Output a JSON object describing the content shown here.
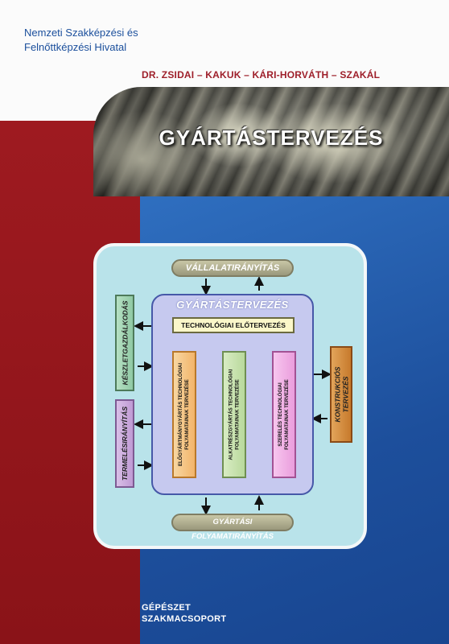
{
  "publisher": {
    "line1": "Nemzeti Szakképzési és",
    "line2": "Felnőttképzési Hivatal"
  },
  "authors": "DR. ZSIDAI – KAKUK – KÁRI-HORVÁTH – SZAKÁL",
  "title": "GYÁRTÁSTERVEZÉS",
  "diagram": {
    "top_label": "VÁLLALATIRÁNYÍTÁS",
    "bottom_label": "GYÁRTÁSI FOLYAMATIRÁNYÍTÁS",
    "inner_title": "GYÁRTÁSTERVEZÉS",
    "tech_label": "TECHNOLÓGIAI ELŐTERVEZÉS",
    "columns": [
      {
        "line1": "ELŐGYÁRTMÁNYGYÁRTÁS TECHNOLÓGIAI",
        "line2": "FOLYAMATAINAK TERVEZÉSE"
      },
      {
        "line1": "ALKATRÉSZGYÁRTÁS TECHNOLÓGIAI",
        "line2": "FOLYAMATAINAK TERVEZÉSE"
      },
      {
        "line1": "SZERELÉS TECHNOLÓGIAI",
        "line2": "FOLYAMATAINAK TERVEZÉSE"
      }
    ],
    "left_top": "KÉSZLETGAZDÁLKODÁS",
    "left_bottom": "TERMELÉSIRÁNYÍTÁS",
    "right": {
      "line1": "KONSTRUKCIÓS",
      "line2": "TERVEZÉS"
    }
  },
  "department": {
    "line1": "GÉPÉSZET",
    "line2": "SZAKMACSOPORT"
  },
  "colors": {
    "red_block": "#9e1a20",
    "blue_block": "#1d4f9c",
    "publisher_text": "#1b4f9c",
    "authors_text": "#9e1f2a"
  }
}
